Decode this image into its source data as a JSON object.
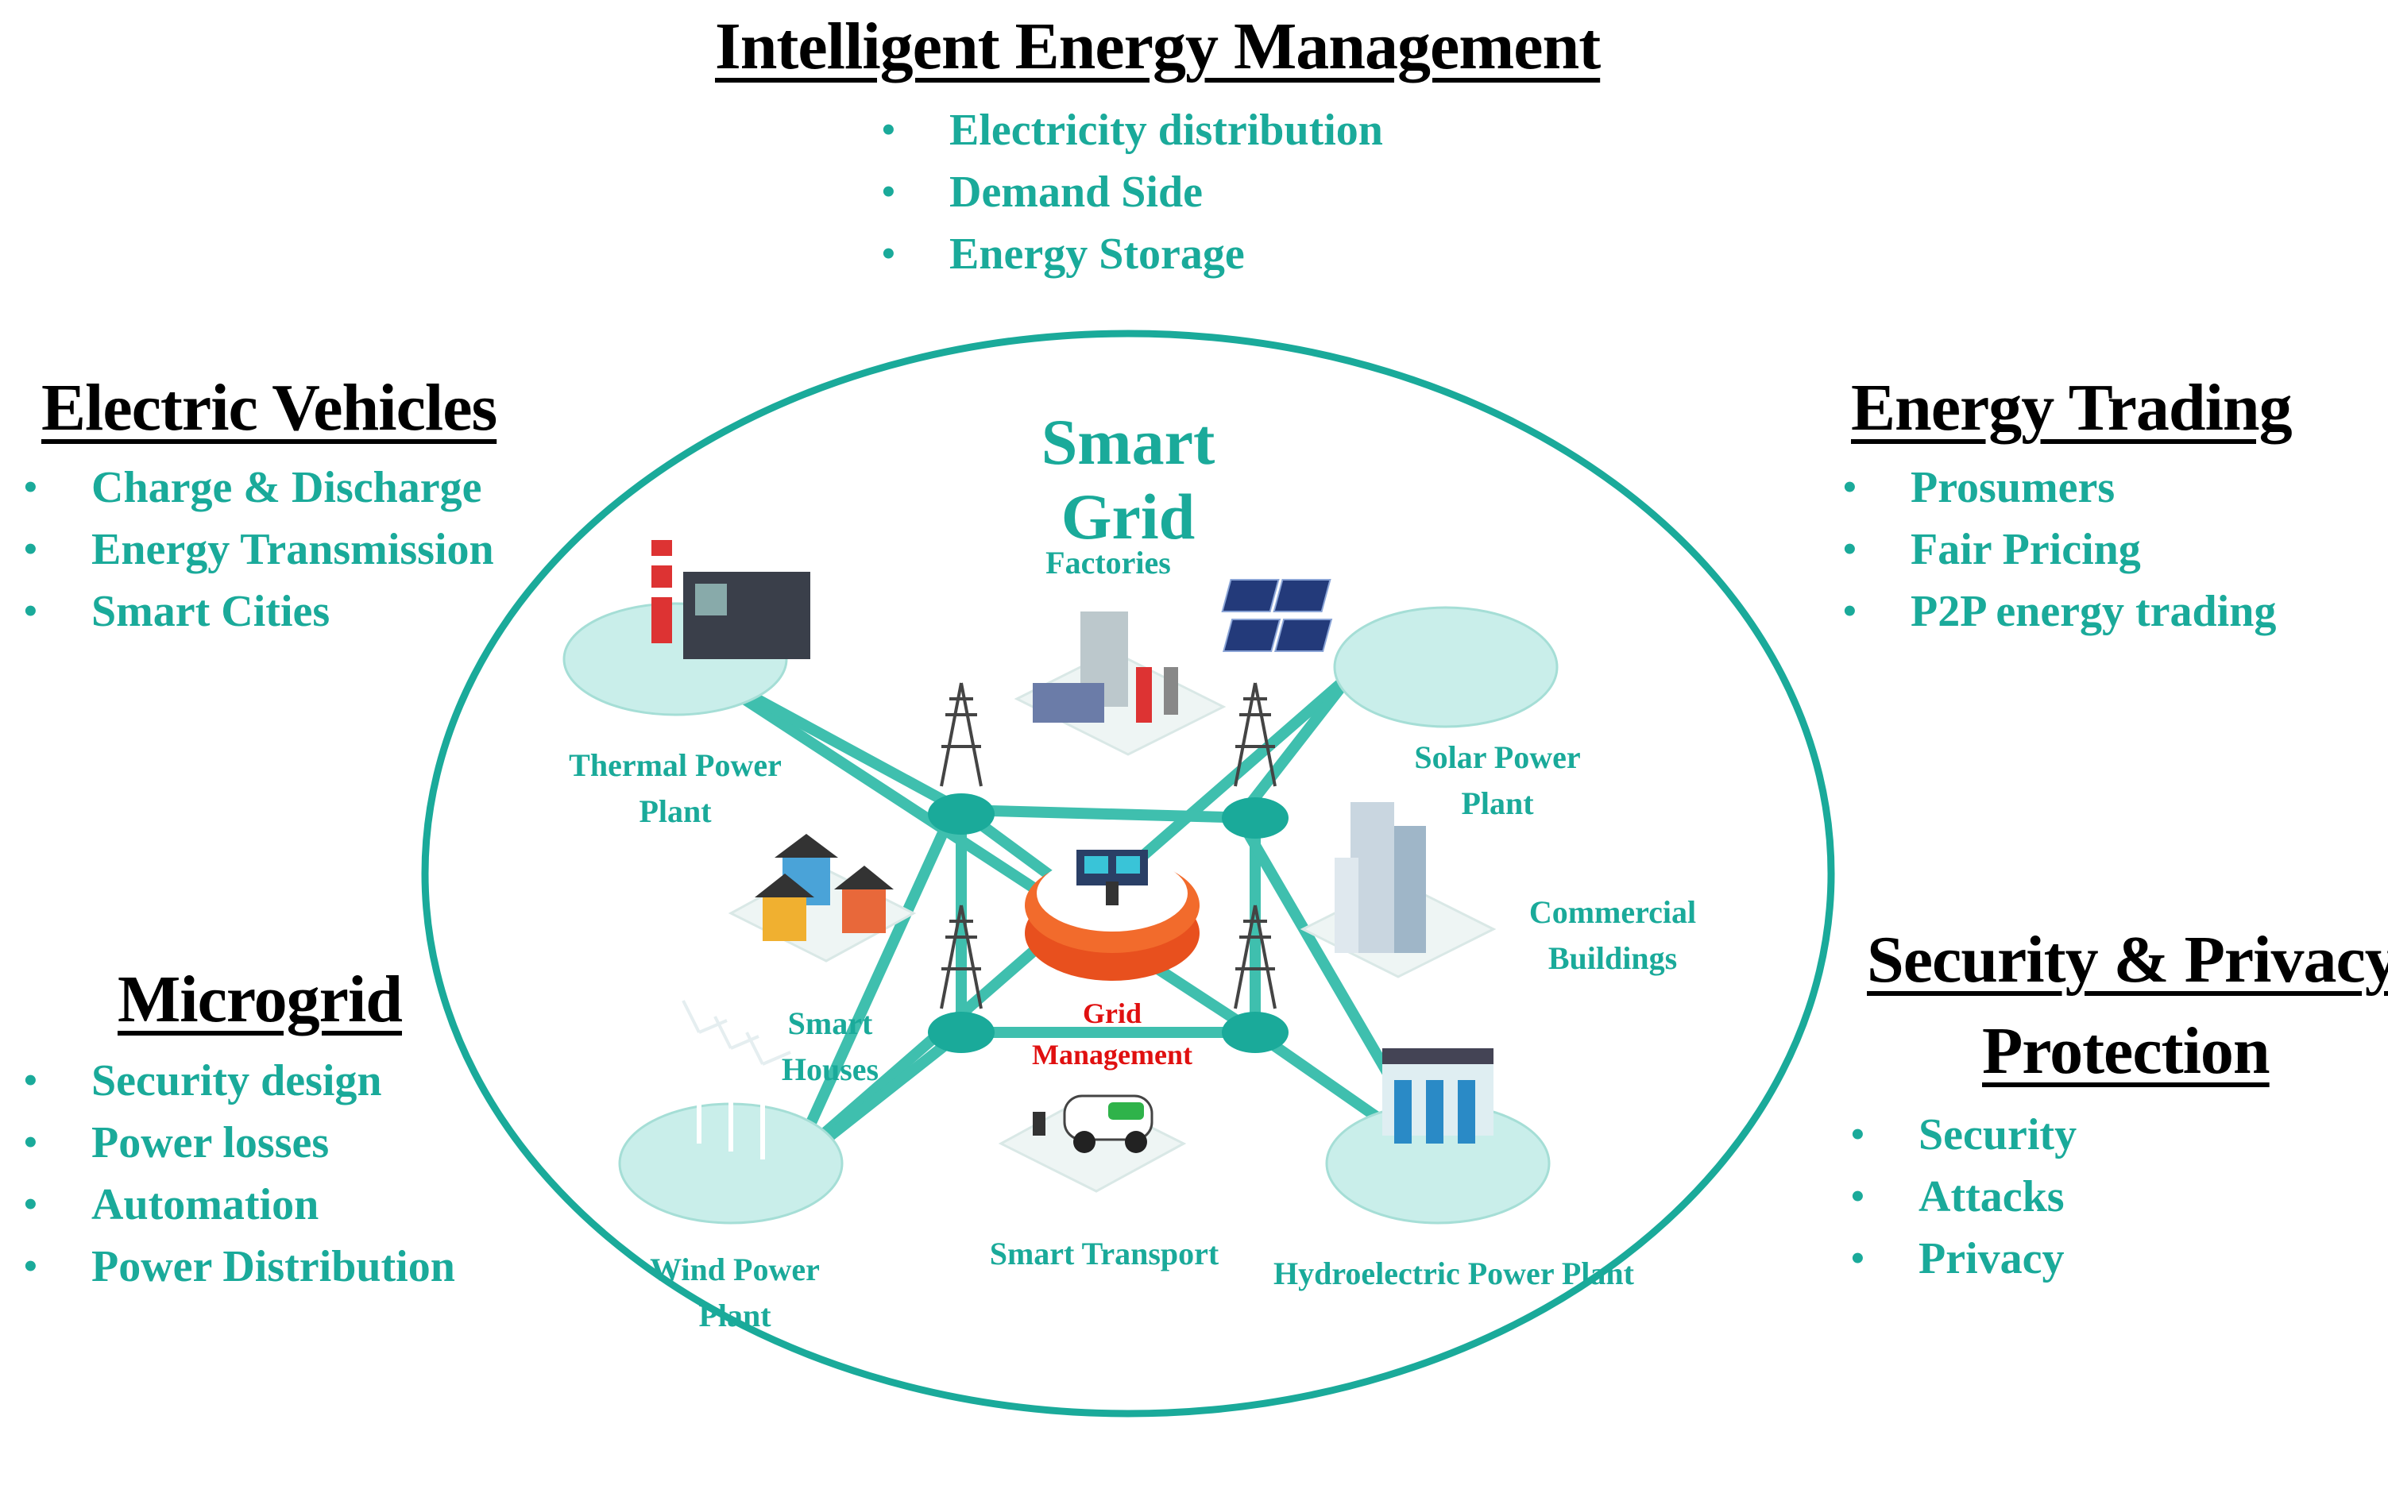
{
  "sections": {
    "intelligent_energy": {
      "title": "Intelligent Energy Management",
      "items": [
        "Electricity distribution",
        "Demand Side",
        "Energy Storage"
      ]
    },
    "electric_vehicles": {
      "title": "Electric Vehicles",
      "items": [
        "Charge & Discharge",
        "Energy Transmission",
        "Smart Cities"
      ]
    },
    "energy_trading": {
      "title": "Energy Trading",
      "items": [
        "Prosumers",
        "Fair Pricing",
        "P2P energy trading"
      ]
    },
    "microgrid": {
      "title": "Microgrid",
      "items": [
        "Security design",
        "Power losses",
        "Automation",
        "Power Distribution"
      ]
    },
    "security_privacy": {
      "title_line1": "Security & Privacy",
      "title_line2": "Protection",
      "items": [
        "Security",
        "Attacks",
        "Privacy"
      ]
    }
  },
  "grid": {
    "title": "Smart Grid",
    "center_line1": "Grid",
    "center_line2": "Management",
    "nodes": {
      "thermal": [
        "Thermal Power",
        "Plant"
      ],
      "factories": [
        "Factories"
      ],
      "solar": [
        "Solar Power",
        "Plant"
      ],
      "houses": [
        "Smart",
        "Houses"
      ],
      "commercial": [
        "Commercial",
        "Buildings"
      ],
      "wind": [
        "Wind Power",
        "Plant"
      ],
      "transport": [
        "Smart Transport"
      ],
      "hydro": [
        "Hydroelectric Power Plant"
      ]
    }
  },
  "colors": {
    "teal": "#1aaa9a",
    "teal_light": "#c9eeea",
    "center_red": "#e8501e",
    "center_text_red": "#e01010"
  }
}
